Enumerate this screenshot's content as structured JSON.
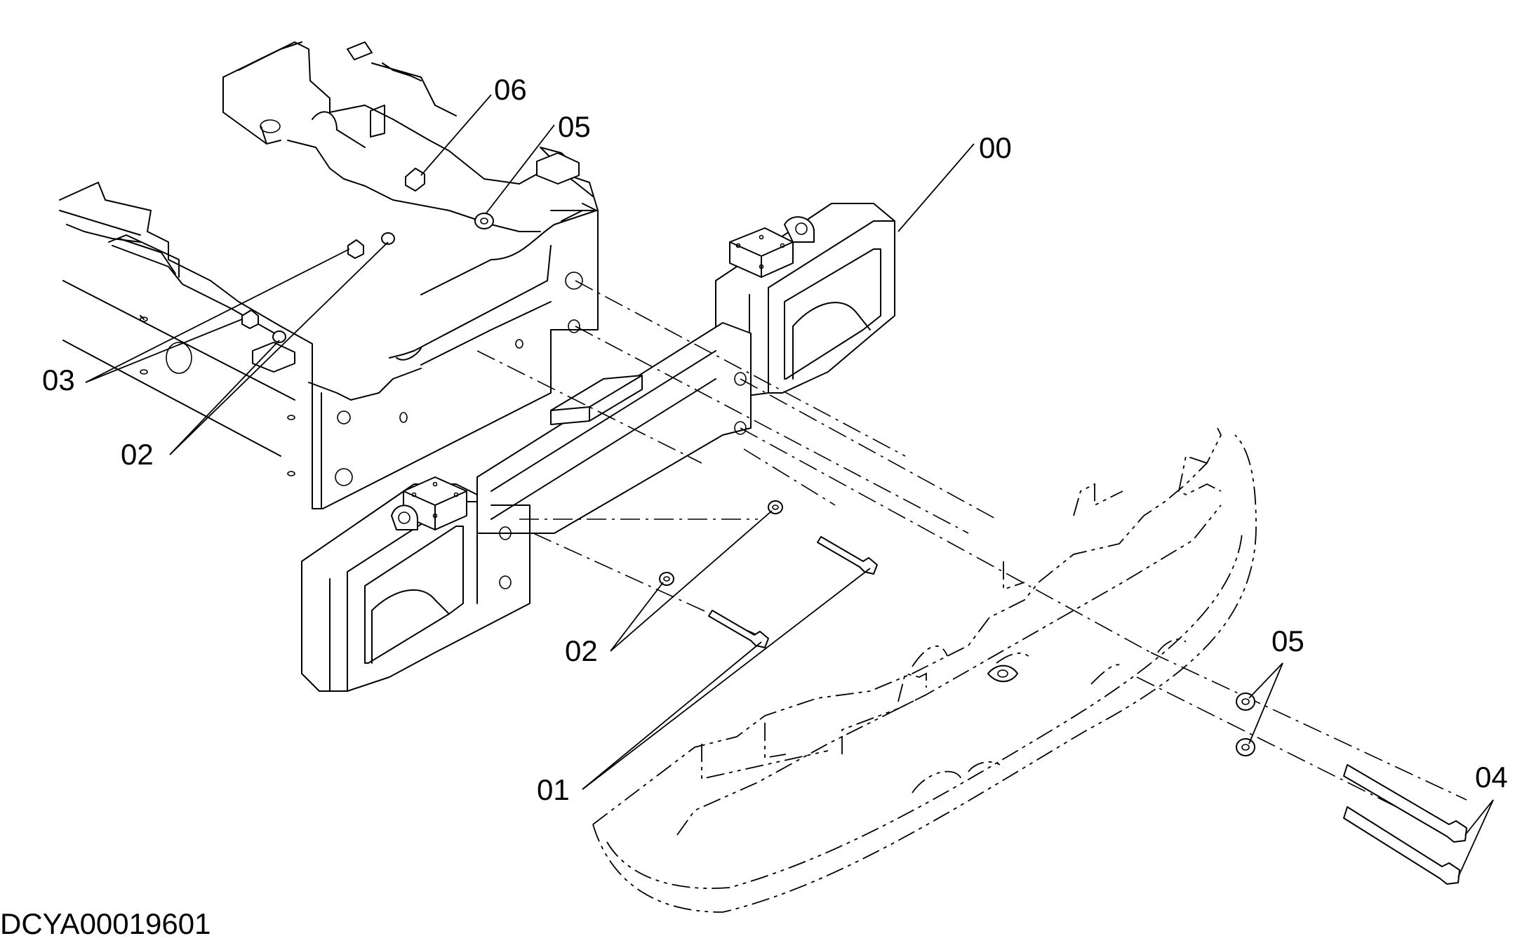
{
  "drawing_code": "DCYA00019601",
  "callouts": {
    "c00": "00",
    "c01": "01",
    "c02a": "02",
    "c02b": "02",
    "c03": "03",
    "c04": "04",
    "c05a": "05",
    "c05b": "05",
    "c06": "06"
  }
}
